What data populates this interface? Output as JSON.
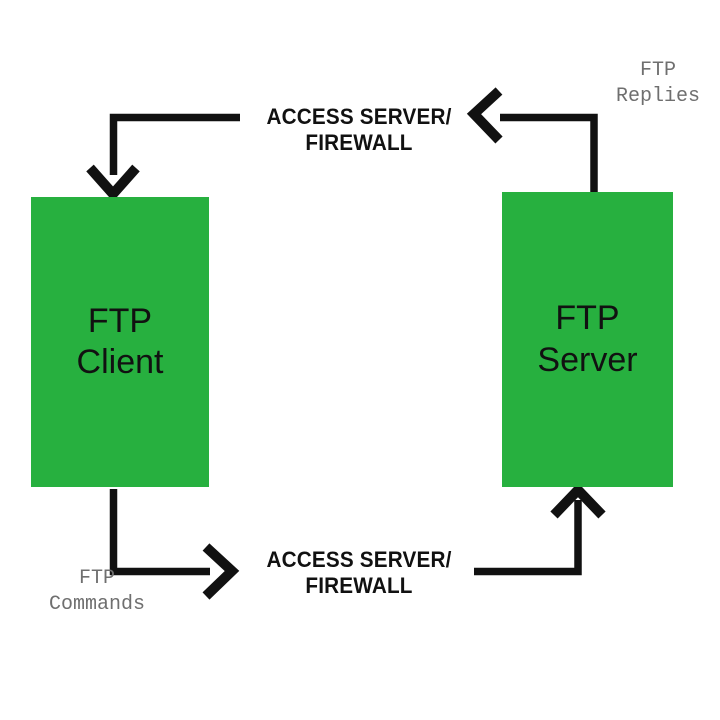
{
  "diagram": {
    "title": "FTP Client and Server communication through Access Server / Firewall",
    "background_color": "#ffffff",
    "node_color": "#27B03F",
    "line_color": "#111111",
    "mono_label_color": "#6f6f6f"
  },
  "nodes": [
    {
      "id": "ftp-client",
      "label": "FTP\nClient"
    },
    {
      "id": "ftp-server",
      "label": "FTP\nServer"
    }
  ],
  "flows": [
    {
      "id": "replies-flow",
      "label": "ACCESS SERVER/\nFIREWALL",
      "endpoint_label": "FTP\nReplies",
      "direction": "server-to-client"
    },
    {
      "id": "commands-flow",
      "label": "ACCESS SERVER/\nFIREWALL",
      "endpoint_label": "FTP\nCommands",
      "direction": "client-to-server"
    }
  ],
  "icons": {
    "arrow_left": "arrow-left-icon",
    "arrow_down": "arrow-down-icon",
    "arrow_right": "arrow-right-icon",
    "arrow_up": "arrow-up-icon"
  }
}
